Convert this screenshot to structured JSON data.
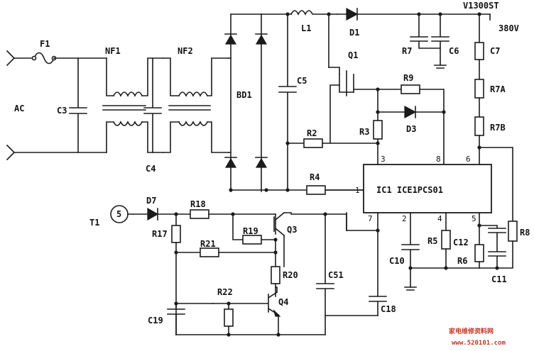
{
  "labels": {
    "AC": "AC",
    "F1": "F1",
    "NF1": "NF1",
    "NF2": "NF2",
    "C3": "C3",
    "C4": "C4",
    "BD1": "BD1",
    "L1": "L1",
    "C5": "C5",
    "D1": "D1",
    "Q1": "Q1",
    "R7": "R7",
    "C6": "C6",
    "C7": "C7",
    "R7A": "R7A",
    "R7B": "R7B",
    "R9": "R9",
    "D3": "D3",
    "R2": "R2",
    "R3": "R3",
    "R4": "R4",
    "IC1": "IC1 ICE1PCS01",
    "D7": "D7",
    "R18": "R18",
    "T1": "T1",
    "T1_pin": "5",
    "R17": "R17",
    "R19": "R19",
    "Q3": "Q3",
    "R21": "R21",
    "R20": "R20",
    "C51": "C51",
    "R22": "R22",
    "Q4": "Q4",
    "C19": "C19",
    "C18": "C18",
    "C10": "C10",
    "R5": "R5",
    "C12": "C12",
    "R6": "R6",
    "R8": "R8",
    "C11": "C11",
    "V1300ST": "V1300ST",
    "V380": "380V"
  },
  "pins": {
    "p1": "1",
    "p2": "2",
    "p3": "3",
    "p4": "4",
    "p5": "5",
    "p6": "6",
    "p7": "7",
    "p8": "8"
  },
  "watermark": {
    "line1": "家电维修资料网",
    "line2": "www.520101.com"
  }
}
